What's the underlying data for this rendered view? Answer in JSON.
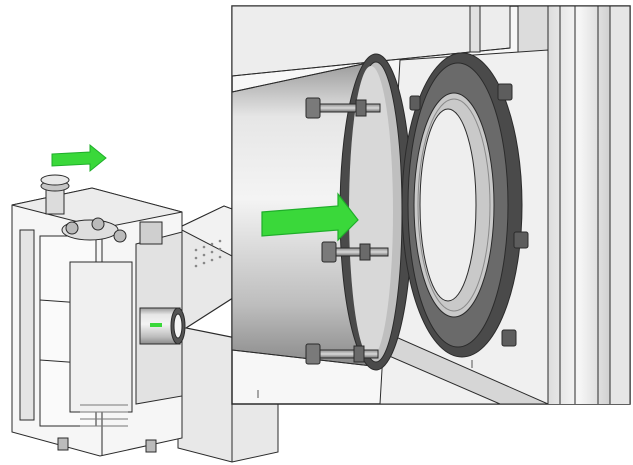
{
  "figure": {
    "arrow_color": "#3ad83a",
    "arrow_color_dark": "#1fae2a",
    "line_color": "#2b2b2b",
    "metal_light": "#f1f1f1",
    "metal_mid": "#c9c9c9",
    "metal_dark": "#5a5a5a",
    "flange_color": "#4a4a4a",
    "icons": [
      "direction-arrow",
      "bolt",
      "flange",
      "boiler-unit"
    ]
  }
}
